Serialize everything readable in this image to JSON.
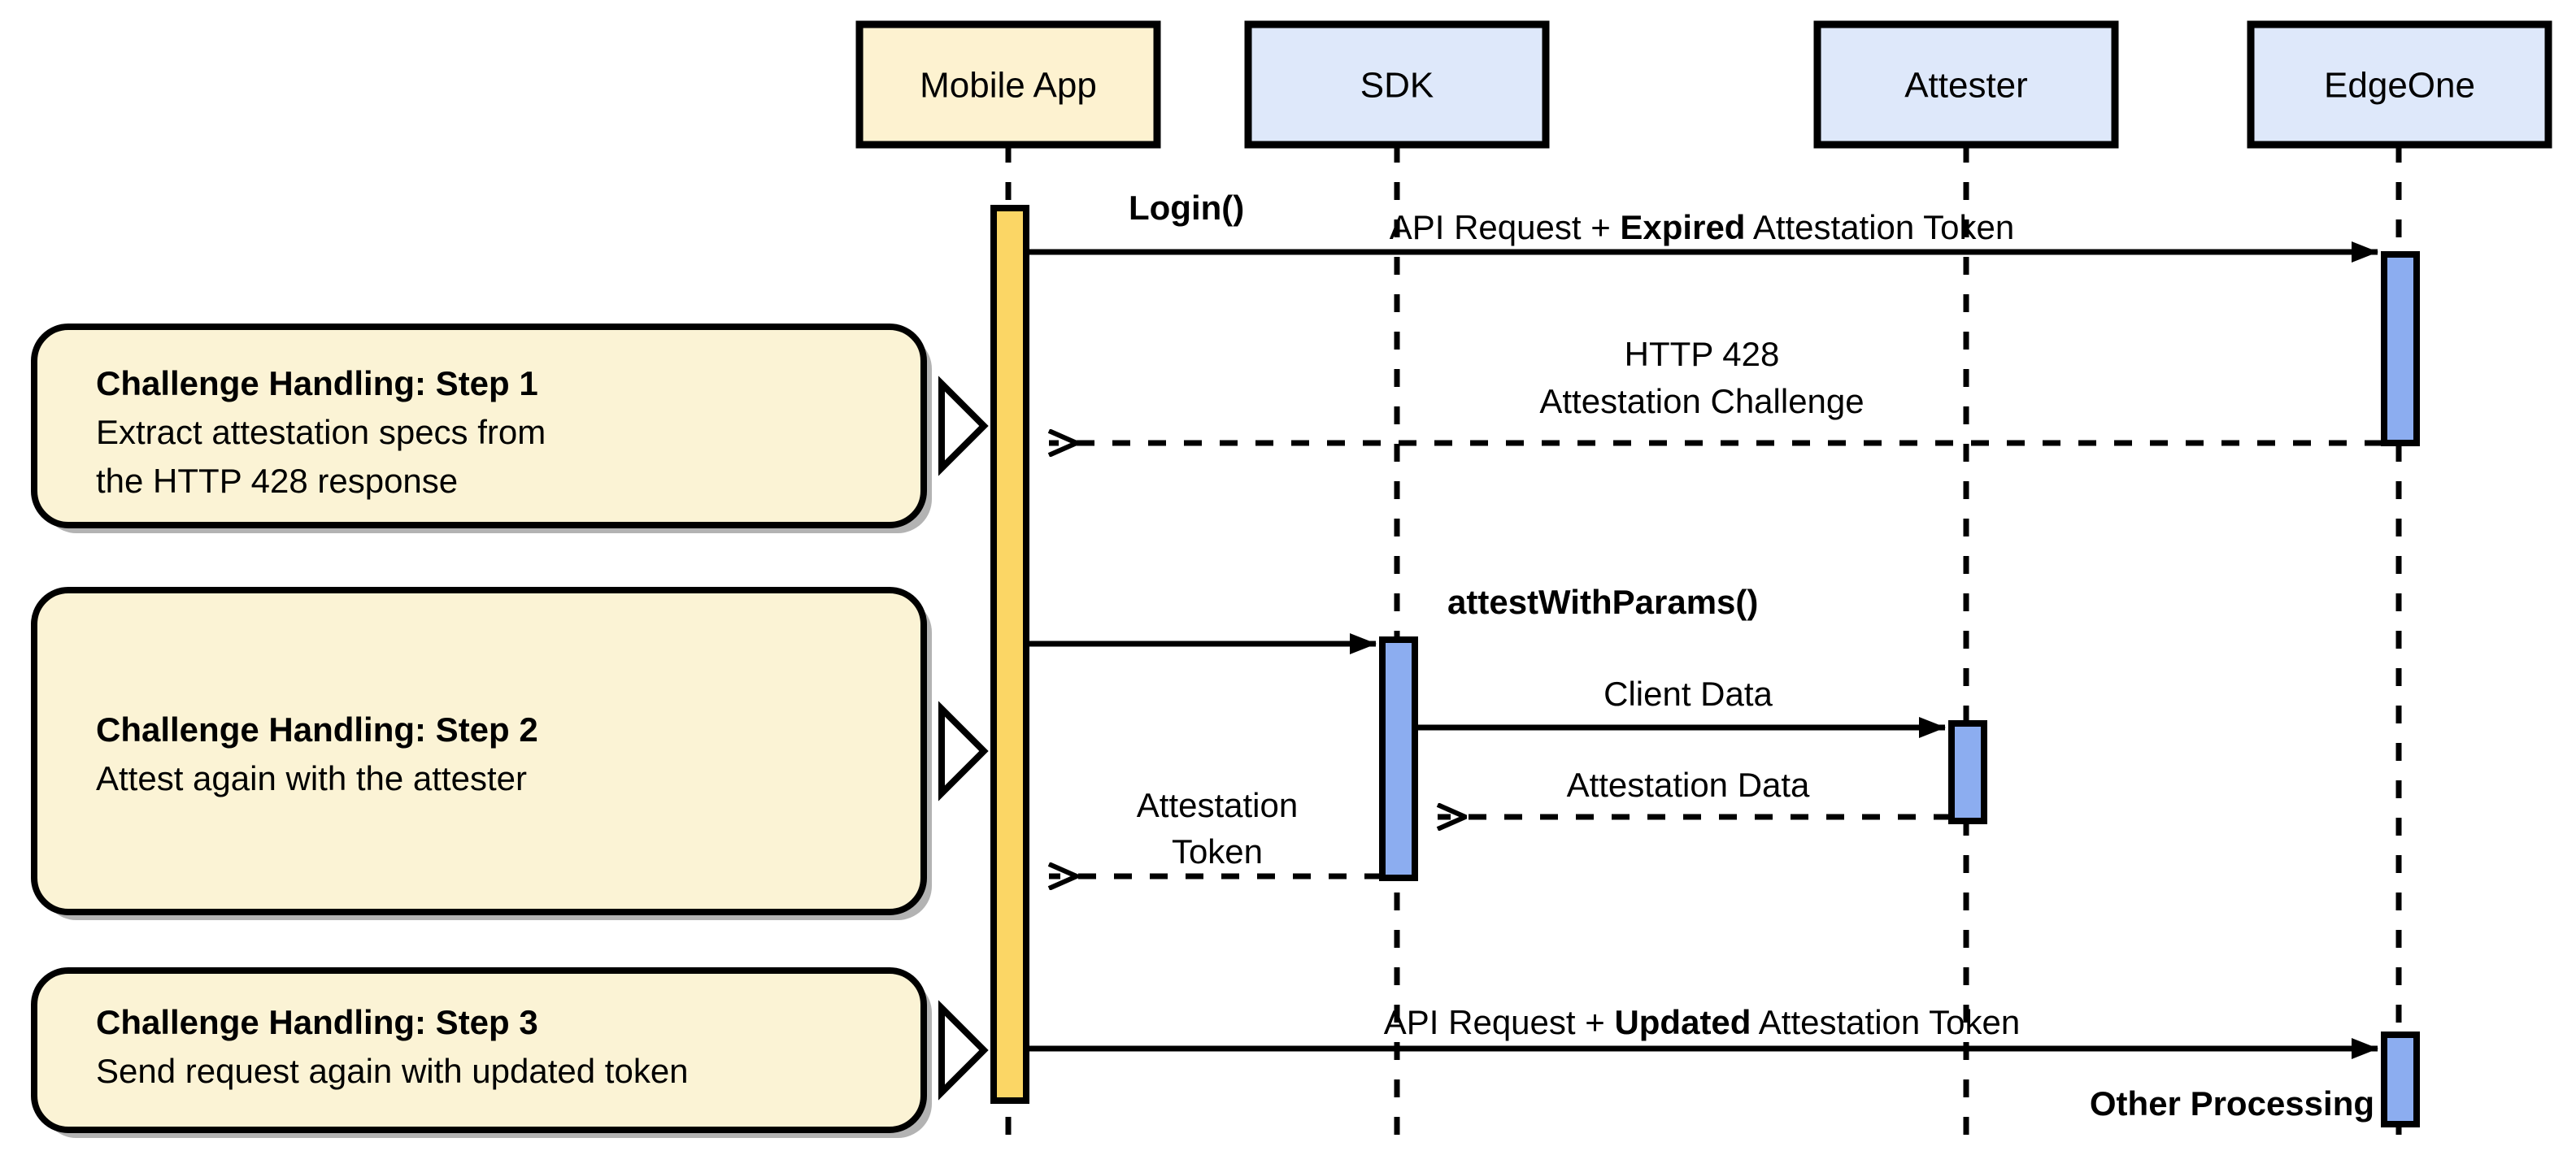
{
  "diagram": {
    "type": "uml-sequence-diagram",
    "title": "EdgeOne Attestation Challenge Handling Sequence",
    "colors": {
      "participant_fill_client": "#FDF2D0",
      "participant_fill_service": "#DEE8FA",
      "activation_fill_client": "#FBD665",
      "activation_fill_service": "#8CADF0",
      "note_fill": "#FBF3D5",
      "stroke": "#000000",
      "shadow": "#B3B3B3"
    },
    "participants": [
      {
        "id": "mobile-app",
        "label": "Mobile App",
        "kind": "client"
      },
      {
        "id": "sdk",
        "label": "SDK",
        "kind": "service"
      },
      {
        "id": "attester",
        "label": "Attester",
        "kind": "service"
      },
      {
        "id": "edgeone",
        "label": "EdgeOne",
        "kind": "service"
      }
    ],
    "messages": [
      {
        "id": "msg-login",
        "label": "Login()",
        "style": "bold",
        "kind": "self-entry",
        "from": "mobile-app",
        "to": "mobile-app"
      },
      {
        "id": "msg-api-request-expired",
        "label_parts": [
          {
            "text": "API Request + ",
            "bold": false
          },
          {
            "text": "Expired",
            "bold": true
          },
          {
            "text": " Attestation Token",
            "bold": false
          }
        ],
        "plain": "API Request + Expired Attestation Token",
        "line": "solid",
        "arrow": "filled",
        "from": "mobile-app",
        "to": "edgeone"
      },
      {
        "id": "msg-http-428",
        "lines": [
          "HTTP 428",
          "Attestation Challenge"
        ],
        "line": "dashed",
        "arrow": "open",
        "from": "edgeone",
        "to": "mobile-app"
      },
      {
        "id": "msg-attest-with-params",
        "label": "attestWithParams()",
        "style": "bold",
        "line": "solid",
        "arrow": "filled",
        "from": "mobile-app",
        "to": "sdk"
      },
      {
        "id": "msg-client-data",
        "label": "Client Data",
        "line": "solid",
        "arrow": "filled",
        "from": "sdk",
        "to": "attester"
      },
      {
        "id": "msg-attestation-data",
        "label": "Attestation Data",
        "line": "dashed",
        "arrow": "open",
        "from": "attester",
        "to": "sdk"
      },
      {
        "id": "msg-attestation-token",
        "lines": [
          "Attestation",
          "Token"
        ],
        "line": "dashed",
        "arrow": "open",
        "from": "sdk",
        "to": "mobile-app"
      },
      {
        "id": "msg-api-request-updated",
        "label_parts": [
          {
            "text": "API Request + ",
            "bold": false
          },
          {
            "text": "Updated",
            "bold": true
          },
          {
            "text": " Attestation Token",
            "bold": false
          }
        ],
        "plain": "API Request + Updated Attestation Token",
        "line": "solid",
        "arrow": "filled",
        "from": "mobile-app",
        "to": "edgeone"
      },
      {
        "id": "msg-other-processing",
        "label": "Other Processing",
        "style": "bold",
        "kind": "annotation",
        "at": "edgeone"
      }
    ],
    "notes": [
      {
        "id": "note-step-1",
        "title": "Challenge Handling: Step 1",
        "body_lines": [
          "Extract attestation specs from",
          "the HTTP 428 response"
        ],
        "attached_to": "mobile-app"
      },
      {
        "id": "note-step-2",
        "title": "Challenge Handling: Step 2",
        "body_lines": [
          "Attest again with the attester"
        ],
        "attached_to": "mobile-app"
      },
      {
        "id": "note-step-3",
        "title": "Challenge Handling: Step 3",
        "body_lines": [
          "Send request again with updated token"
        ],
        "attached_to": "mobile-app"
      }
    ]
  }
}
